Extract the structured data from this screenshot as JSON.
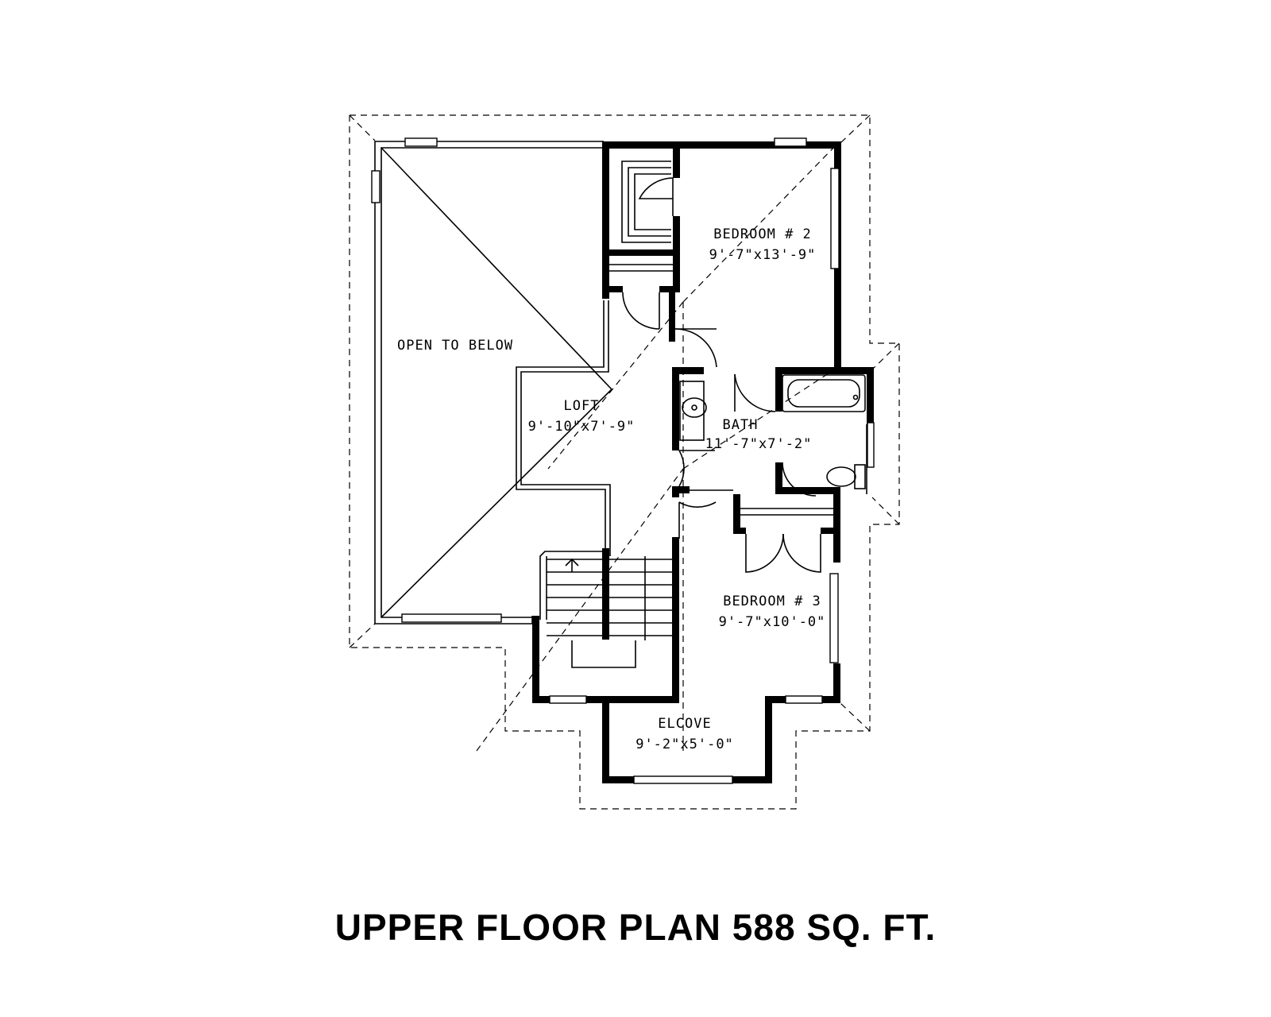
{
  "title": "UPPER FLOOR PLAN 588 SQ. FT.",
  "rooms": {
    "open_to_below": {
      "name": "OPEN TO BELOW"
    },
    "bedroom2": {
      "name": "BEDROOM # 2",
      "size": "9'-7\"x13'-9\""
    },
    "loft": {
      "name": "LOFT",
      "size": "9'-10\"x7'-9\""
    },
    "bath": {
      "name": "BATH",
      "size": "11'-7\"x7'-2\""
    },
    "bedroom3": {
      "name": "BEDROOM # 3",
      "size": "9'-7\"x10'-0\""
    },
    "elcove": {
      "name": "ELCOVE",
      "size": "9'-2\"x5'-0\""
    }
  }
}
